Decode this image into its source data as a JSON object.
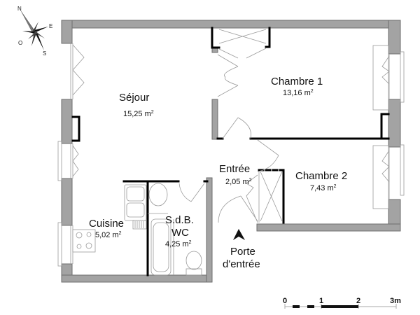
{
  "compass": {
    "north": "N",
    "east": "E",
    "south": "S",
    "west": "O"
  },
  "rooms": [
    {
      "id": "sejour",
      "name": "Séjour",
      "area": "15,25 m",
      "unit_sup": "2"
    },
    {
      "id": "chambre1",
      "name": "Chambre 1",
      "area": "13,16 m",
      "unit_sup": "2"
    },
    {
      "id": "chambre2",
      "name": "Chambre 2",
      "area": "7,43 m",
      "unit_sup": "2"
    },
    {
      "id": "entree",
      "name": "Entrée",
      "area": "2,05 m",
      "unit_sup": "2"
    },
    {
      "id": "cuisine",
      "name": "Cuisine",
      "area": "5,02 m",
      "unit_sup": "2"
    },
    {
      "id": "sdb",
      "name": "S.d.B.",
      "name_line2": "WC",
      "area": "4,25 m",
      "unit_sup": "2"
    }
  ],
  "entrance": {
    "line1": "Porte",
    "line2": "d'entrée"
  },
  "scale": {
    "ticks": [
      "0",
      "1",
      "2",
      "3m"
    ]
  },
  "colors": {
    "wall_fill": "#a3a3a3",
    "partition": "#000000",
    "fixture_line": "#9a9a9a"
  }
}
